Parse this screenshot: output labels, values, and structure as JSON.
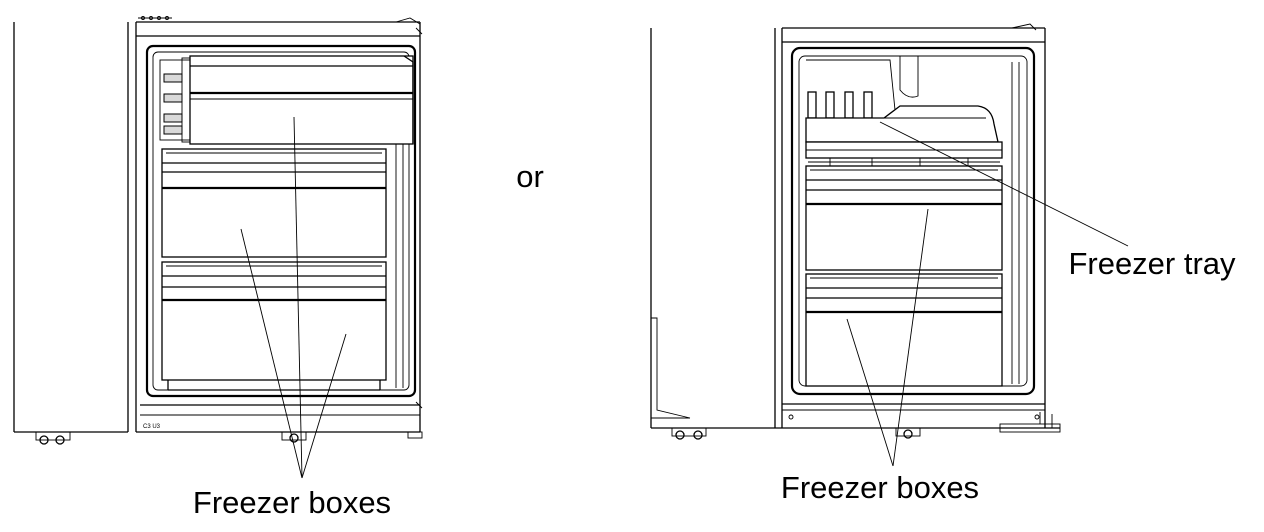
{
  "labels": {
    "left_callout": "Freezer boxes",
    "separator": "or",
    "right_callout_boxes": "Freezer boxes",
    "right_callout_tray": "Freezer tray"
  }
}
